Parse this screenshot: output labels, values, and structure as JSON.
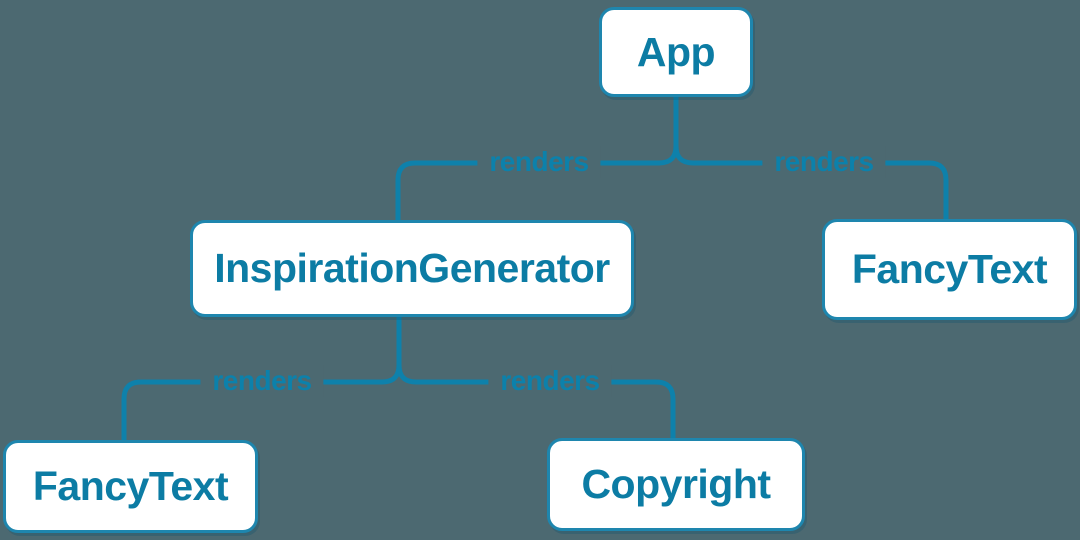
{
  "colors": {
    "background": "#4C6971",
    "line": "#0E81AB",
    "node_border": "#1E86AE",
    "node_fill": "#FFFFFF",
    "node_text": "#0C7CA4",
    "edge_label": "#0C81AB"
  },
  "nodes": {
    "app": {
      "label": "App"
    },
    "inspirationGenerator": {
      "label": "InspirationGenerator"
    },
    "fancyTextTop": {
      "label": "FancyText"
    },
    "fancyTextBottom": {
      "label": "FancyText"
    },
    "copyright": {
      "label": "Copyright"
    }
  },
  "edges": {
    "appToInspirationGenerator": {
      "label": "renders",
      "from": "App",
      "to": "InspirationGenerator"
    },
    "appToFancyText": {
      "label": "renders",
      "from": "App",
      "to": "FancyText"
    },
    "inspirationGeneratorToFancyText": {
      "label": "renders",
      "from": "InspirationGenerator",
      "to": "FancyText"
    },
    "inspirationGeneratorToCopyright": {
      "label": "renders",
      "from": "InspirationGenerator",
      "to": "Copyright"
    }
  }
}
